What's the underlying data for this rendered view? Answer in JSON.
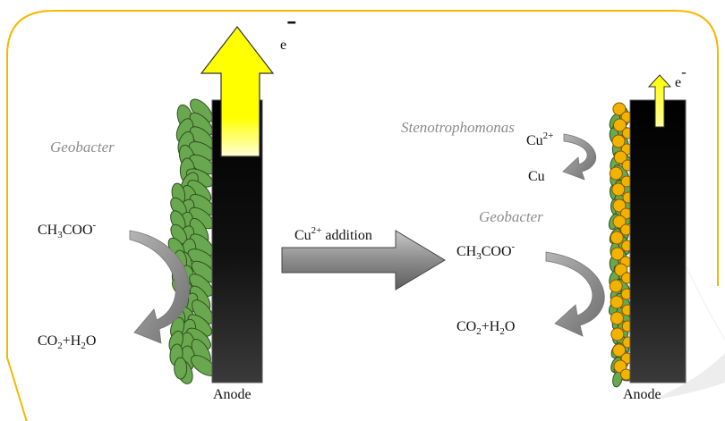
{
  "electron": {
    "left": "e",
    "right": "e",
    "sign": "-"
  },
  "left_panel": {
    "species": "Geobacter",
    "substrate": {
      "base": "CH",
      "sub1": "3",
      "rest": "COO",
      "sup": "-"
    },
    "product": {
      "a": "CO",
      "a_sub": "2",
      "b": "+H",
      "b_sub": "2",
      "c": "O"
    },
    "electrode": "Anode"
  },
  "transition": {
    "ion": "Cu",
    "ion_sup": "2+",
    "label": " addition"
  },
  "right_panel": {
    "species_top": "Stenotrophomonas",
    "ion": "Cu",
    "ion_sup": "2+",
    "metal": "Cu",
    "species_bottom": "Geobacter",
    "substrate": {
      "base": "CH",
      "sub1": "3",
      "rest": "COO",
      "sup": "-"
    },
    "product": {
      "a": "CO",
      "a_sub": "2",
      "b": "+H",
      "b_sub": "2",
      "c": "O"
    },
    "electrode": "Anode"
  },
  "colors": {
    "frame": "#f5b800",
    "big_arrow": "#ffff00",
    "bacteria_geobacter": "#6aa84f",
    "bacteria_stenotrophomonas": "#f2b200",
    "electrode": "#111111",
    "process_arrow": "#8a8a8a"
  }
}
